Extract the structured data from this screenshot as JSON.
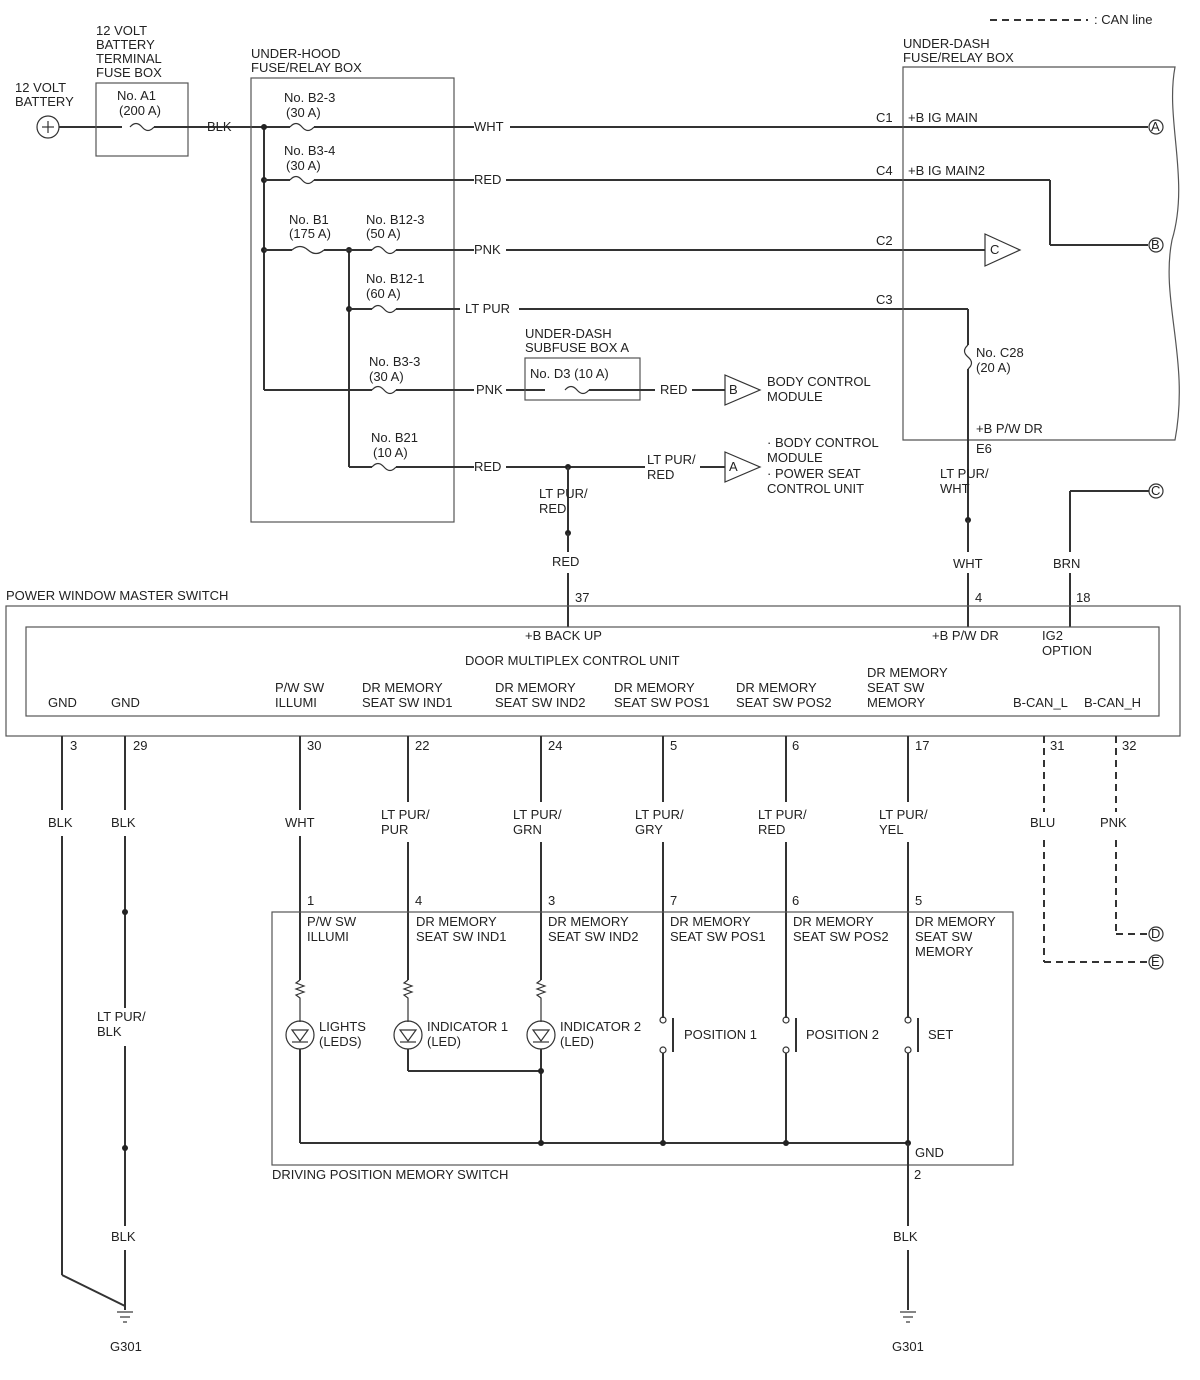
{
  "legend": {
    "can_line": ": CAN line"
  },
  "battery": {
    "line1": "12 VOLT",
    "line2": "BATTERY"
  },
  "terminal_fuse_box": {
    "title": [
      "12 VOLT",
      "BATTERY",
      "TERMINAL",
      "FUSE BOX"
    ],
    "fuse_name": "No. A1",
    "fuse_rating": "(200 A)"
  },
  "underhood_box": {
    "title": [
      "UNDER-HOOD",
      "FUSE/RELAY BOX"
    ]
  },
  "underdash_box": {
    "title": [
      "UNDER-DASH",
      "FUSE/RELAY BOX"
    ]
  },
  "subfuse_box": {
    "title": [
      "UNDER-DASH",
      "SUBFUSE BOX A"
    ],
    "fuse": "No. D3 (10 A)"
  },
  "fuses": {
    "b2_3": {
      "name": "No. B2-3",
      "rating": "(30 A)"
    },
    "b3_4": {
      "name": "No. B3-4",
      "rating": "(30 A)"
    },
    "b1": {
      "name": "No. B1",
      "rating": "(175 A)"
    },
    "b12_3": {
      "name": "No. B12-3",
      "rating": "(50 A)"
    },
    "b12_1": {
      "name": "No. B12-1",
      "rating": "(60 A)"
    },
    "b3_3": {
      "name": "No. B3-3",
      "rating": "(30 A)"
    },
    "b21": {
      "name": "No. B21",
      "rating": "(10 A)"
    },
    "c28": {
      "name": "No. C28",
      "rating": "(20 A)"
    }
  },
  "wires": {
    "blk": "BLK",
    "wht": "WHT",
    "red": "RED",
    "pnk": "PNK",
    "ltpur": "LT PUR",
    "ltpur_red_1": "LT PUR/",
    "ltpur_red_2": "RED",
    "ltpur_wht_1": "LT PUR/",
    "ltpur_wht_2": "WHT",
    "brn": "BRN",
    "blu": "BLU",
    "ltpur_blk_1": "LT PUR/",
    "ltpur_blk_2": "BLK",
    "ltpur_pur_1": "LT PUR/",
    "ltpur_pur_2": "PUR",
    "ltpur_grn_1": "LT PUR/",
    "ltpur_grn_2": "GRN",
    "ltpur_gry_1": "LT PUR/",
    "ltpur_gry_2": "GRY",
    "ltpur_yel_1": "LT PUR/",
    "ltpur_yel_2": "YEL"
  },
  "underdash_pins": {
    "c1": "C1",
    "c1_label": "+B IG MAIN",
    "c4": "C4",
    "c4_label": "+B IG MAIN2",
    "c2": "C2",
    "c3": "C3",
    "e6": "E6",
    "e6_label": "+B P/W DR"
  },
  "connectors": {
    "a": "A",
    "b": "B",
    "c": "C",
    "d": "D",
    "e": "E"
  },
  "destinations": {
    "bcm_1": "BODY CONTROL",
    "bcm_2": "MODULE",
    "multi_1": "· BODY CONTROL",
    "multi_2": "MODULE",
    "multi_3": "· POWER SEAT",
    "multi_4": "CONTROL UNIT"
  },
  "master_switch": {
    "title": "POWER WINDOW MASTER SWITCH",
    "unit": "DOOR MULTIPLEX CONTROL UNIT",
    "backup": "+B BACK UP",
    "pwdr": "+B P/W DR",
    "ig2_1": "IG2",
    "ig2_2": "OPTION",
    "pin37": "37",
    "pin4": "4",
    "pin18": "18",
    "gnd1": "GND",
    "gnd2": "GND",
    "pwsw_1": "P/W SW",
    "pwsw_2": "ILLUMI",
    "ind1_1": "DR MEMORY",
    "ind1_2": "SEAT SW IND1",
    "ind2_1": "DR MEMORY",
    "ind2_2": "SEAT SW IND2",
    "pos1_1": "DR MEMORY",
    "pos1_2": "SEAT SW POS1",
    "pos2_1": "DR MEMORY",
    "pos2_2": "SEAT SW POS2",
    "mem_1": "DR MEMORY",
    "mem_2": "SEAT SW",
    "mem_3": "MEMORY",
    "canl": "B-CAN_L",
    "canh": "B-CAN_H",
    "pins_bottom": [
      "3",
      "29",
      "30",
      "22",
      "24",
      "5",
      "6",
      "17",
      "31",
      "32"
    ]
  },
  "memory_switch": {
    "title": "DRIVING POSITION MEMORY SWITCH",
    "pins_top": [
      "1",
      "4",
      "3",
      "7",
      "6",
      "5"
    ],
    "pin_gnd": "2",
    "gnd": "GND",
    "pwsw_1": "P/W SW",
    "pwsw_2": "ILLUMI",
    "ind1_1": "DR MEMORY",
    "ind1_2": "SEAT SW IND1",
    "ind2_1": "DR MEMORY",
    "ind2_2": "SEAT SW IND2",
    "pos1_1": "DR MEMORY",
    "pos1_2": "SEAT SW POS1",
    "pos2_1": "DR MEMORY",
    "pos2_2": "SEAT SW POS2",
    "mem_1": "DR MEMORY",
    "mem_2": "SEAT SW",
    "mem_3": "MEMORY",
    "lights_1": "LIGHTS",
    "lights_2": "(LEDS)",
    "i1_1": "INDICATOR 1",
    "i1_2": "(LED)",
    "i2_1": "INDICATOR 2",
    "i2_2": "(LED)",
    "position1": "POSITION 1",
    "position2": "POSITION 2",
    "set": "SET"
  },
  "grounds": {
    "g1": "G301",
    "g2": "G301"
  }
}
